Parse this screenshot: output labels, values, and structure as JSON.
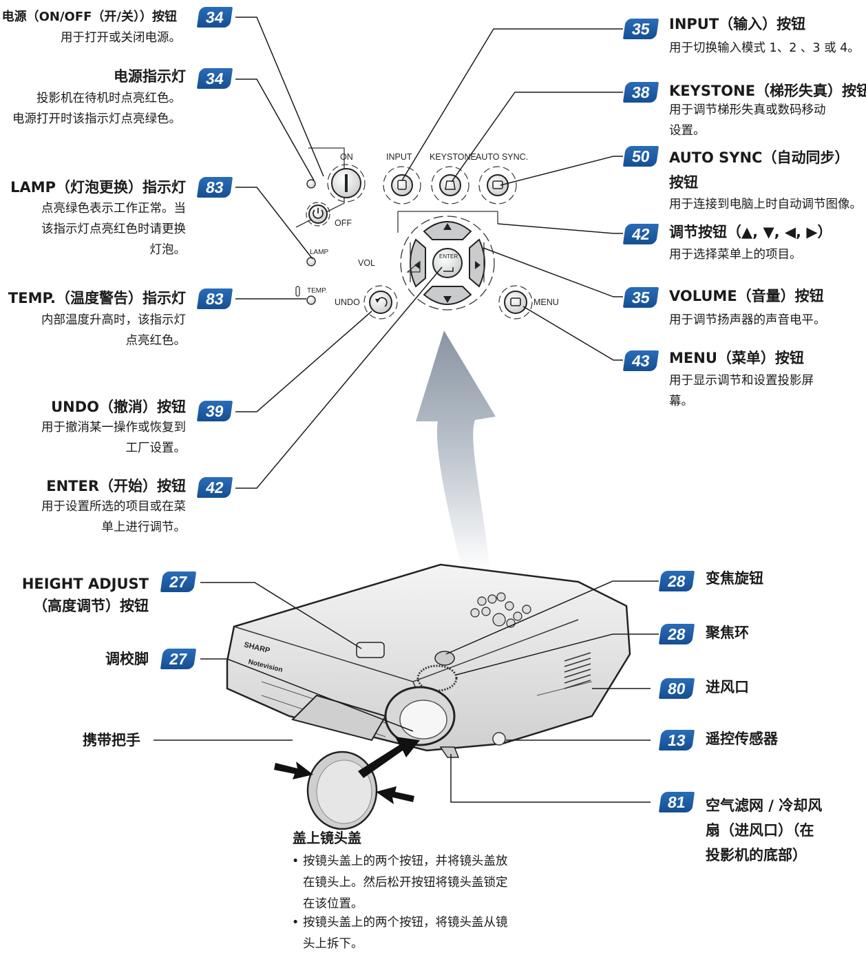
{
  "callouts_left": [
    {
      "num": "34",
      "title": "电源（ON/OFF（开/关））按钮",
      "desc": "用于打开或关闭电源。"
    },
    {
      "num": "34",
      "title": "电源指示灯",
      "desc": "投影机在待机时点亮红色。\n电源打开时该指示灯点亮绿色。"
    },
    {
      "num": "83",
      "title": "LAMP（灯泡更换）指示灯",
      "desc": "点亮绿色表示工作正常。当\n该指示灯点亮红色时请更换\n灯泡。"
    },
    {
      "num": "83",
      "title": "TEMP.（温度警告）指示灯",
      "desc": "内部温度升高时，该指示灯\n点亮红色。"
    },
    {
      "num": "39",
      "title": "UNDO（撤消）按钮",
      "desc": "用于撤消某一操作或恢复到\n工厂设置。"
    },
    {
      "num": "42",
      "title": "ENTER（开始）按钮",
      "desc": "用于设置所选的项目或在菜\n单上进行调节。"
    },
    {
      "num": "27",
      "title": "HEIGHT ADJUST\n（高度调节）按钮",
      "desc": ""
    },
    {
      "num": "27",
      "title": "调校脚",
      "desc": ""
    },
    {
      "num": "",
      "title": "携带把手",
      "desc": ""
    }
  ],
  "callouts_right": [
    {
      "num": "35",
      "title": "INPUT（输入）按钮",
      "desc": "用于切换输入模式 1、2 、3 或 4。"
    },
    {
      "num": "38",
      "title": "KEYSTONE（梯形失真）按钮",
      "desc": "用于调节梯形失真或数码移动\n设置。"
    },
    {
      "num": "50",
      "title": "AUTO SYNC（自动同步）\n按钮",
      "desc": "用于连接到电脑上时自动调节图像。"
    },
    {
      "num": "42",
      "title": "调节按钮（▲, ▼, ◀, ▶）",
      "desc": "用于选择菜单上的项目。"
    },
    {
      "num": "35",
      "title": "VOLUME（音量）按钮",
      "desc": "用于调节扬声器的声音电平。"
    },
    {
      "num": "43",
      "title": "MENU（菜单）按钮",
      "desc": "用于显示调节和设置投影屏\n幕。"
    },
    {
      "num": "28",
      "title": "变焦旋钮",
      "desc": ""
    },
    {
      "num": "28",
      "title": "聚焦环",
      "desc": ""
    },
    {
      "num": "80",
      "title": "进风口",
      "desc": ""
    },
    {
      "num": "13",
      "title": "遥控传感器",
      "desc": ""
    },
    {
      "num": "81",
      "title": "空气滤网 / 冷却风\n扇（进风口）（在\n投影机的底部）",
      "desc": ""
    }
  ],
  "panel_labels": {
    "on": "ON",
    "off": "OFF",
    "input": "INPUT",
    "keystone": "KEYSTONE",
    "autosync": "AUTO SYNC.",
    "lamp": "LAMP",
    "temp": "TEMP.",
    "vol": "VOL",
    "undo": "UNDO",
    "menu": "MENU",
    "enter": "ENTER"
  },
  "projector_labels": {
    "brand": "SHARP",
    "model": "Notevision"
  },
  "lens_cap": {
    "heading": "盖上镜头盖",
    "bullets": [
      "按镜头盖上的两个按钮，并将镜头盖放\n在镜头上。然后松开按钮将镜头盖锁定\n在该位置。",
      "按镜头盖上的两个按钮，将镜头盖从镜\n头上拆下。"
    ]
  }
}
